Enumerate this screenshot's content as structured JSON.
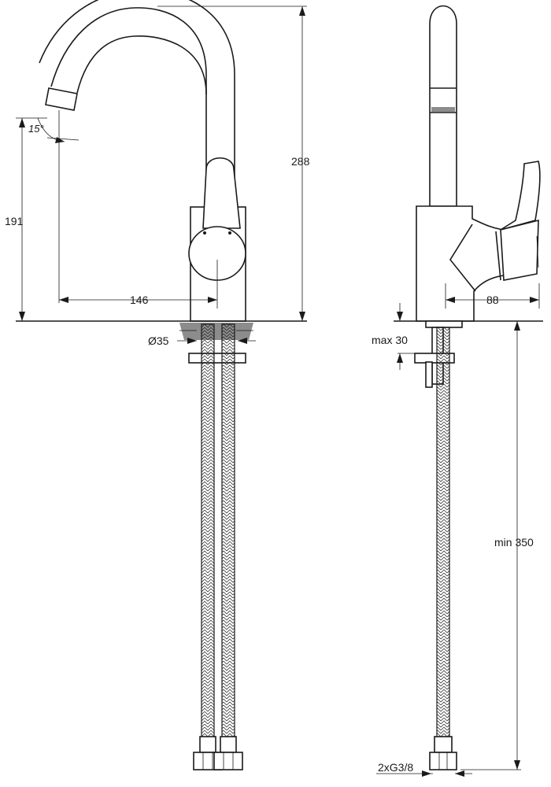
{
  "dimensions": {
    "height_total": "288",
    "spout_height": "191",
    "reach": "146",
    "angle": "15°",
    "base_diameter": "Ø35",
    "depth": "88",
    "max_thickness": "max 30",
    "hose_length": "min 350",
    "connection": "2xG3/8"
  }
}
